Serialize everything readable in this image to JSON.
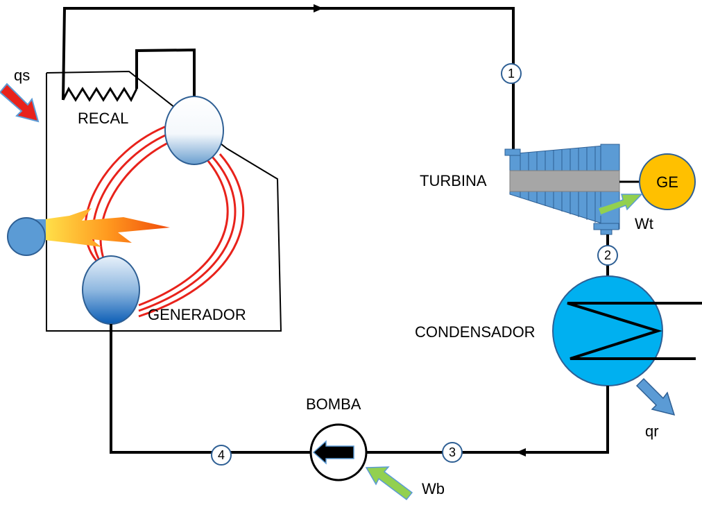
{
  "labels": {
    "recal": "RECAL",
    "generador": "GENERADOR",
    "turbina": "TURBINA",
    "condensador": "CONDENSADOR",
    "bomba": "BOMBA",
    "ge": "GE",
    "qs": "qs",
    "qr": "qr",
    "wt": "Wt",
    "wb": "Wb"
  },
  "state_points": [
    "1",
    "2",
    "3",
    "4"
  ],
  "colors": {
    "pipe": "#000000",
    "heat_in_arrow": "#e8221b",
    "heat_out_arrow": "#5b9bd5",
    "work_arrow": "#92d050",
    "turbine": "#5b9bd5",
    "generator_ge": "#ffc000",
    "condenser": "#00b0f0",
    "tubes": "#e8221b",
    "burner": "#5b9bd5"
  },
  "icons": {
    "pump": "left-arrow-icon",
    "state": "numbered-circle-icon"
  }
}
